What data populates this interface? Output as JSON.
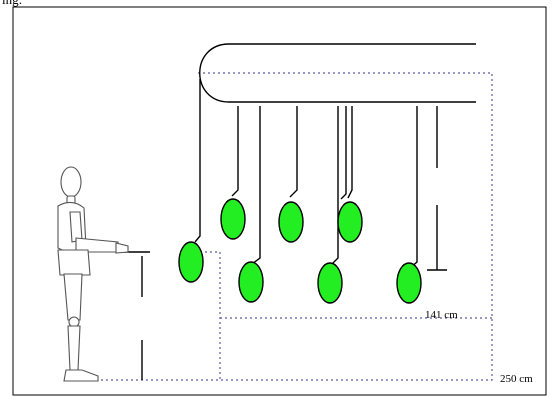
{
  "caption": "ing:",
  "labels": {
    "depth": "141 cm",
    "width": "250 cm"
  },
  "colors": {
    "fruit": "#22ee22",
    "fruit_stroke": "#000000",
    "dotted_outline": "#5a5aa0",
    "line": "#000000",
    "figure": "#9a9a9a"
  },
  "icons": {
    "figure": "wooden-mannequin-figure-icon"
  }
}
